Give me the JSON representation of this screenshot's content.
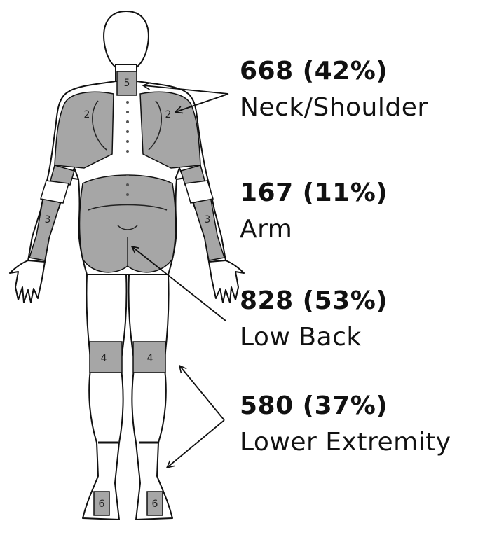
{
  "colors": {
    "body_fill": "#ffffff",
    "outline": "#111111",
    "region_fill": "#a6a6a6",
    "text": "#111111"
  },
  "zone_numbers": {
    "neck": "5",
    "left_shoulder": "2",
    "right_shoulder": "2",
    "left_arm": "3",
    "right_arm": "3",
    "left_knee": "4",
    "right_knee": "4",
    "left_foot": "6",
    "right_foot": "6"
  },
  "labels": [
    {
      "count": "668 (42%)",
      "region": "Neck/Shoulder"
    },
    {
      "count": "167 (11%)",
      "region": "Arm"
    },
    {
      "count": "828 (53%)",
      "region": "Low Back"
    },
    {
      "count": "580 (37%)",
      "region": "Lower Extremity"
    }
  ]
}
